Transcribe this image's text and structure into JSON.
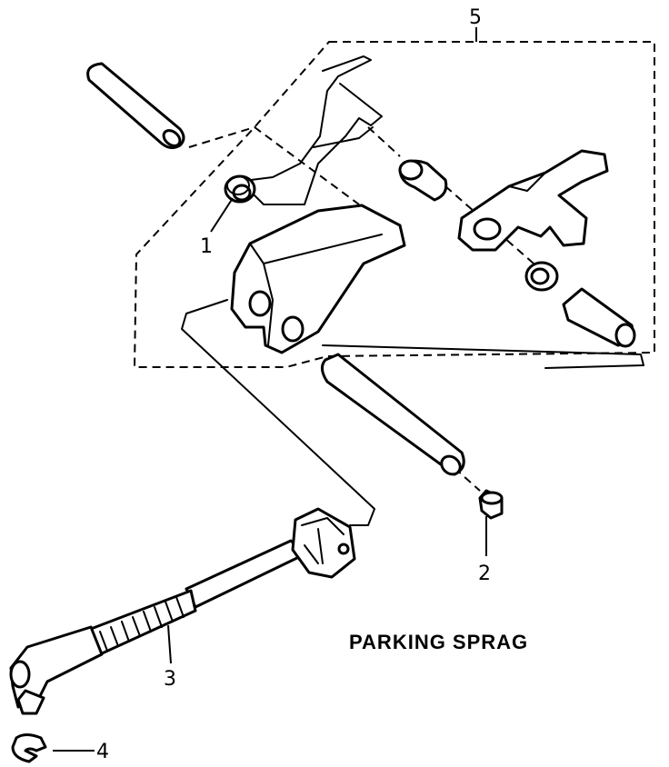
{
  "diagram": {
    "title": "PARKING SPRAG",
    "callouts": [
      "1",
      "2",
      "3",
      "4",
      "5"
    ],
    "colors": {
      "line": "#000000",
      "background": "#ffffff"
    }
  }
}
